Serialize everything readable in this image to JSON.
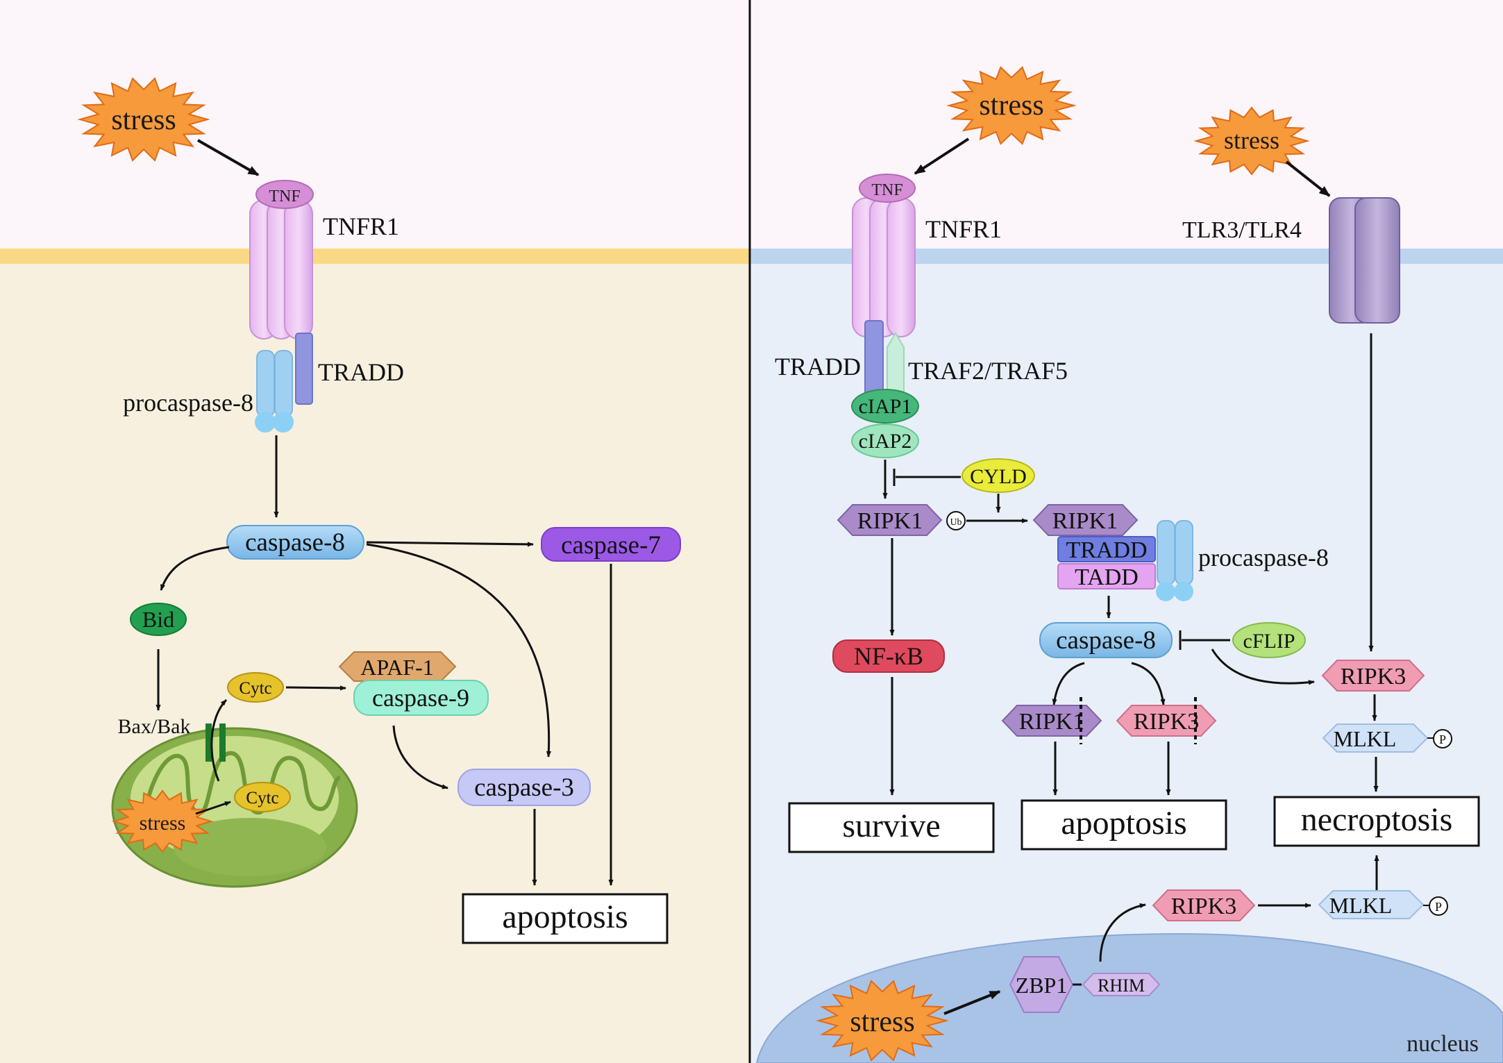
{
  "left": {
    "stress_top": "stress",
    "tnf": "TNF",
    "tnfr1": "TNFR1",
    "tradd": "TRADD",
    "procaspase8": "procaspase-8",
    "caspase8": "caspase-8",
    "caspase7": "caspase-7",
    "bid": "Bid",
    "bax_bak": "Bax/Bak",
    "cytc_top": "Cytc",
    "cytc_bottom": "Cytc",
    "apaf1": "APAF-1",
    "caspase9": "caspase-9",
    "caspase3": "caspase-3",
    "stress_mito": "stress",
    "apoptosis": "apoptosis"
  },
  "right": {
    "stress_top": "stress",
    "stress_tlr": "stress",
    "tnf": "TNF",
    "tnfr1": "TNFR1",
    "tlr": "TLR3/TLR4",
    "tradd": "TRADD",
    "traf": "TRAF2/TRAF5",
    "ciap1": "cIAP1",
    "ciap2": "cIAP2",
    "cyld": "CYLD",
    "ripk1_left": "RIPK1",
    "ub": "Ub",
    "ripk1_complex": "RIPK1",
    "tradd_complex": "TRADD",
    "tadd_complex": "TADD",
    "procaspase8": "procaspase-8",
    "nfkb": "NF-κB",
    "caspase8": "caspase-8",
    "cflip": "cFLIP",
    "ripk1_cleaved": "RIPK1",
    "ripk3_cleaved": "RIPK3",
    "ripk3": "RIPK3",
    "mlkl": "MLKL",
    "p": "P",
    "survive": "survive",
    "apoptosis": "apoptosis",
    "necroptosis": "necroptosis",
    "ripk3_nuc": "RIPK3",
    "mlkl_nuc": "MLKL",
    "p_nuc": "P",
    "zbp1": "ZBP1",
    "rhim": "RHIM",
    "stress_nucleus": "stress",
    "nucleus": "nucleus"
  },
  "colors": {
    "left_extracellular": "#fcf5f9",
    "left_cytoplasm": "#f7f0df",
    "left_membrane": "#f9d983",
    "right_extracellular": "#fcf5f9",
    "right_cytoplasm": "#e8eff8",
    "right_membrane": "#bcd4ee",
    "stress": "#f69a3c",
    "caspase8": "#8ec6ee",
    "caspase7": "#9b59e6",
    "caspase3": "#c6c8f5",
    "caspase9": "#9ef0d6",
    "apaf1": "#e0a86d",
    "bid": "#22a050",
    "cytc": "#e6c22b",
    "ripk1": "#a98bc9",
    "ripk3": "#f09db3",
    "mlkl": "#cfe2f8",
    "nfkb": "#e04a5e",
    "cflip": "#b3e27a",
    "cyld": "#e9ec3a",
    "nucleus": "#a9c3e6"
  }
}
